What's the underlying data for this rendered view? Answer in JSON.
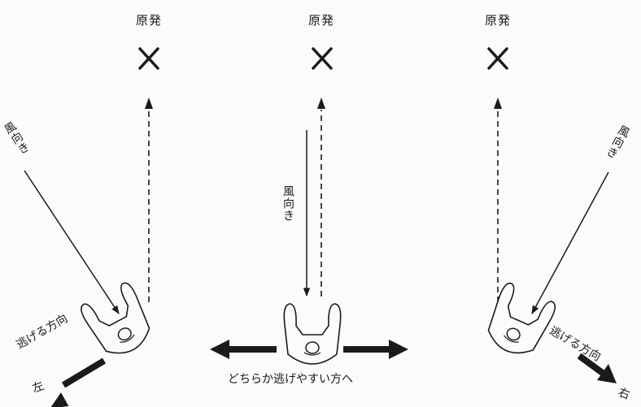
{
  "panels": [
    {
      "site_label": "原発",
      "wind_label": "風向き",
      "escape_label": "逃げる方向",
      "side_label": "左"
    },
    {
      "site_label": "原発",
      "wind_label": "風向き",
      "escape_label": "どちらか逃げやすい方へ"
    },
    {
      "site_label": "原発",
      "wind_label": "風向き",
      "escape_label": "逃げる方向",
      "side_label": "右"
    }
  ],
  "colors": {
    "ink": "#1a1a1a",
    "background": "#fbfbf9"
  }
}
